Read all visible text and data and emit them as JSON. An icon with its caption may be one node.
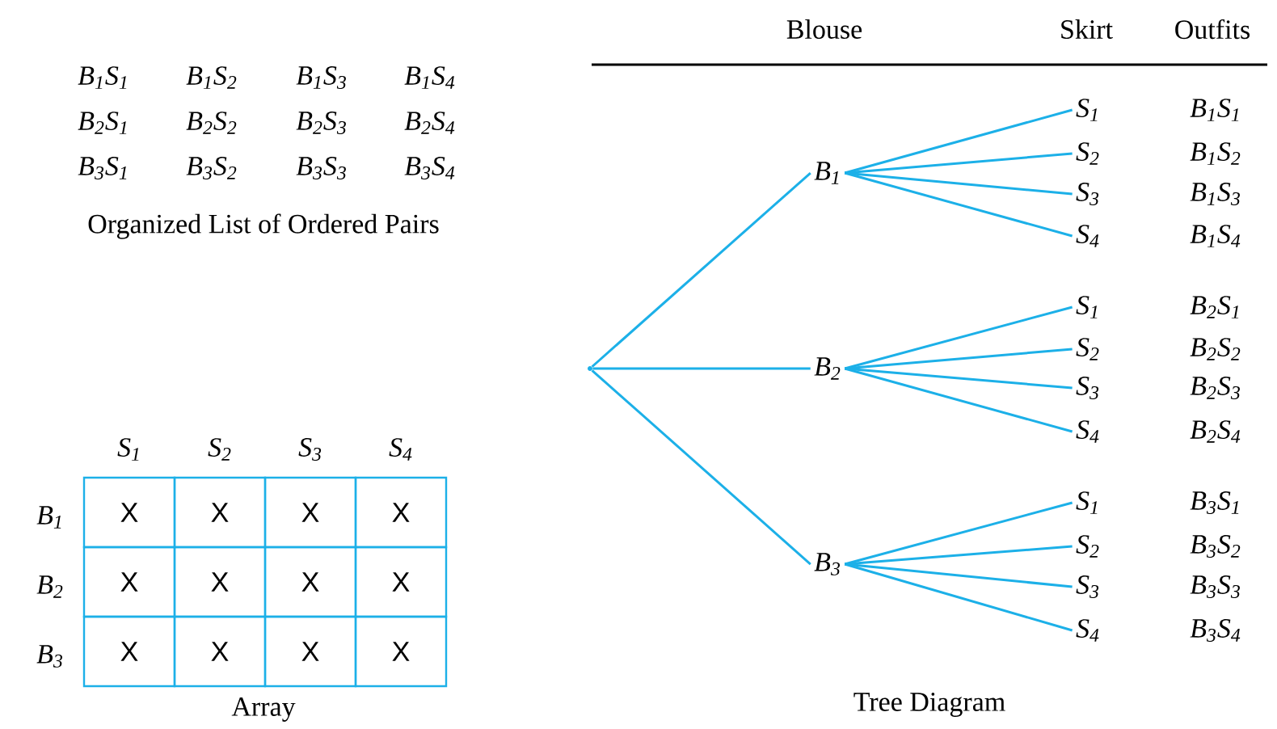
{
  "diagram": {
    "nodes": [
      {
        "text": [],
        "shape": "point"
      },
      {
        "text": [
          "B$_{1}$"
        ]
      },
      {
        "text": [
          "B$_{2}$"
        ]
      },
      {
        "text": [
          "B$_{3}$"
        ]
      },
      {
        "text": [
          "S$_{1}$"
        ],
        "beside": [
          "B$_{1}$S$_{1}$"
        ]
      },
      {
        "text": [
          "S$_{2}$"
        ],
        "beside": [
          "B$_{1}$S$_{2}$"
        ]
      },
      {
        "text": [
          "S$_{3}$"
        ],
        "beside": [
          "B$_{1}$S$_{3}$"
        ]
      },
      {
        "text": [
          "S$_{4}$"
        ],
        "beside": [
          "B$_{1}$S$_{4}$"
        ]
      },
      {
        "text": [
          "S$_{1}$"
        ],
        "beside": [
          "B$_{2}$S$_{1}$"
        ]
      },
      {
        "text": [
          "S$_{2}$"
        ],
        "beside": [
          "B$_{2}$S$_{2}$"
        ]
      },
      {
        "text": [
          "S$_{3}$"
        ],
        "beside": [
          "B$_{2}$S$_{3}$"
        ]
      },
      {
        "text": [
          "S$_{4}$"
        ],
        "beside": [
          "B$_{2}$S$_{4}$"
        ]
      },
      {
        "text": [
          "S$_{1}$"
        ],
        "beside": [
          "B$_{3}$S$_{1}$"
        ]
      },
      {
        "text": [
          "S$_{2}$"
        ],
        "beside": [
          "B$_{3}$S$_{2}$"
        ]
      },
      {
        "text": [
          "S$_{3}$"
        ],
        "beside": [
          "B$_{3}$S$_{3}$"
        ]
      },
      {
        "text": [
          "S$_{4}$"
        ],
        "beside": [
          "B$_{3}$S$_{4}$"
        ]
      }
    ],
    "edges": [
      {
        "from": 0,
        "to": 1,
        "arrow": "none"
      },
      {
        "from": 0,
        "to": 2,
        "arrow": "none"
      },
      {
        "from": 0,
        "to": 3,
        "arrow": "none"
      },
      {
        "from": 1,
        "to": 4,
        "arrow": "none"
      },
      {
        "from": 1,
        "to": 5,
        "arrow": "none"
      },
      {
        "from": 1,
        "to": 6,
        "arrow": "none"
      },
      {
        "from": 1,
        "to": 7,
        "arrow": "none"
      },
      {
        "from": 2,
        "to": 8,
        "arrow": "none"
      },
      {
        "from": 2,
        "to": 9,
        "arrow": "none"
      },
      {
        "from": 2,
        "to": 10,
        "arrow": "none"
      },
      {
        "from": 2,
        "to": 11,
        "arrow": "none"
      },
      {
        "from": 3,
        "to": 12,
        "arrow": "none"
      },
      {
        "from": 3,
        "to": 13,
        "arrow": "none"
      },
      {
        "from": 3,
        "to": 14,
        "arrow": "none"
      },
      {
        "from": 3,
        "to": 15,
        "arrow": "none"
      }
    ],
    "labels": [
      "Blouse",
      "Skirt",
      "Outfits",
      "B$_{1}$S$_{1}$",
      "B$_{1}$S$_{2}$",
      "B$_{1}$S$_{3}$",
      "B$_{1}$S$_{4}$",
      "B$_{2}$S$_{1}$",
      "B$_{2}$S$_{2}$",
      "B$_{2}$S$_{3}$",
      "B$_{2}$S$_{4}$",
      "B$_{3}$S$_{1}$",
      "B$_{3}$S$_{2}$",
      "B$_{3}$S$_{3}$",
      "B$_{3}$S$_{4}$",
      "Organized List of Ordered Pairs",
      "S$_{1}$",
      "S$_{2}$",
      "S$_{3}$",
      "S$_{4}$",
      "B$_{1}$",
      "X",
      "X",
      "X",
      "X",
      "B$_{2}$",
      "X",
      "X",
      "X",
      "X",
      "B$_{3}$",
      "X",
      "X",
      "X",
      "X",
      "Array",
      "Tree Diagram"
    ]
  }
}
